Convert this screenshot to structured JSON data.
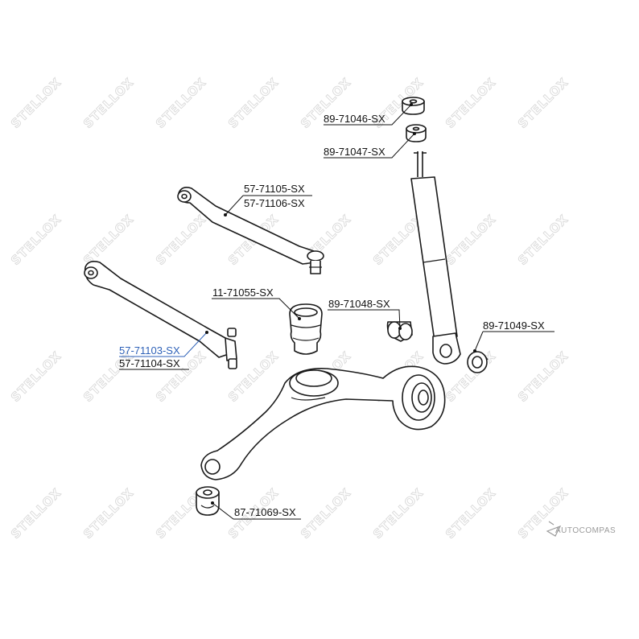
{
  "watermark": {
    "text": "STELLOX"
  },
  "parts": [
    {
      "id": "p1",
      "label": "89-71046-SX",
      "highlighted": false
    },
    {
      "id": "p2",
      "label": "89-71047-SX",
      "highlighted": false
    },
    {
      "id": "p3",
      "label": "57-71105-SX",
      "highlighted": false
    },
    {
      "id": "p4",
      "label": "57-71106-SX",
      "highlighted": false
    },
    {
      "id": "p5",
      "label": "11-71055-SX",
      "highlighted": false
    },
    {
      "id": "p6",
      "label": "89-71048-SX",
      "highlighted": false
    },
    {
      "id": "p7",
      "label": "89-71049-SX",
      "highlighted": false
    },
    {
      "id": "p8",
      "label": "57-71103-SX",
      "highlighted": true,
      "highlight_color": "#2f62b8"
    },
    {
      "id": "p9",
      "label": "57-71104-SX",
      "highlighted": false
    },
    {
      "id": "p10",
      "label": "87-71069-SX",
      "highlighted": false
    }
  ],
  "brand": {
    "text": "AUTOCOMPAS"
  }
}
